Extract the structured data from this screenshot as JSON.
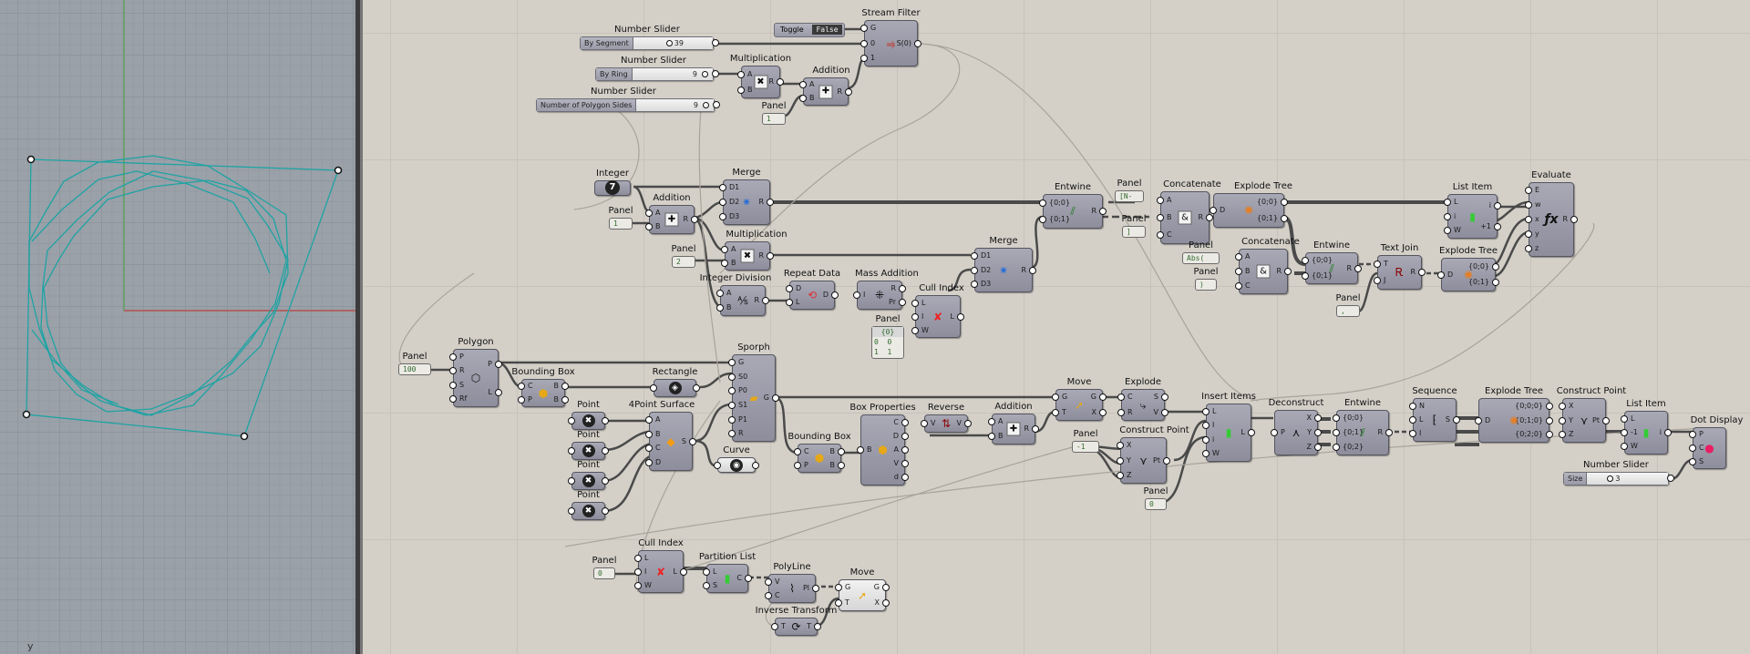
{
  "colors": {
    "canvas": "#d4d0c8",
    "viewport": "#9aa1a9",
    "curve": "#1fa3a3",
    "x_axis": "#b5514c",
    "y_axis": "#5fa35a",
    "node": "#9b9ba8"
  },
  "viewport": {
    "axis_label": "y"
  },
  "sliders": [
    {
      "id": "s1",
      "title": "Number Slider",
      "label": "By Segment",
      "value": "39"
    },
    {
      "id": "s2",
      "title": "Number Slider",
      "label": "By Ring",
      "value": "9"
    },
    {
      "id": "s3",
      "title": "Number Slider",
      "label": "Number of Polygon Sides",
      "value": "9"
    },
    {
      "id": "s4",
      "title": "Number Slider",
      "label": "Size",
      "value": "3"
    }
  ],
  "toggle": {
    "label": "Toggle",
    "value": "False"
  },
  "panels": [
    {
      "id": "p1",
      "title": "Panel",
      "value": "1"
    },
    {
      "id": "p2",
      "title": "Panel",
      "value": "1"
    },
    {
      "id": "p3",
      "title": "Panel",
      "value": "2"
    },
    {
      "id": "p4",
      "title": "Panel",
      "header": "{0}",
      "rows": [
        "0  0",
        "1  1"
      ]
    },
    {
      "id": "p5",
      "title": "Panel",
      "value": "100"
    },
    {
      "id": "p6",
      "title": "Panel",
      "value": "[N-"
    },
    {
      "id": "p7",
      "title": "Panel",
      "value": "]"
    },
    {
      "id": "p8",
      "title": "Panel",
      "value": "Abs("
    },
    {
      "id": "p9",
      "title": "Panel",
      "value": ")"
    },
    {
      "id": "p10",
      "title": "Panel",
      "value": ","
    },
    {
      "id": "p11",
      "title": "Panel",
      "value": "-1"
    },
    {
      "id": "p12",
      "title": "Panel",
      "value": "0"
    },
    {
      "id": "p13",
      "title": "Panel",
      "value": "0"
    }
  ],
  "integer": {
    "title": "Integer",
    "value": "7"
  },
  "nodes": {
    "stream_filter": {
      "title": "Stream Filter",
      "in": [
        "G",
        "0",
        "1"
      ],
      "out": [
        "S(0)"
      ]
    },
    "mult1": {
      "title": "Multiplication",
      "in": [
        "A",
        "B"
      ],
      "out": [
        "R"
      ]
    },
    "add1": {
      "title": "Addition",
      "in": [
        "A",
        "B"
      ],
      "out": [
        "R"
      ]
    },
    "add2": {
      "title": "Addition",
      "in": [
        "A",
        "B"
      ],
      "out": [
        "R"
      ]
    },
    "merge1": {
      "title": "Merge",
      "in": [
        "D1",
        "D2",
        "D3"
      ],
      "out": [
        "R"
      ]
    },
    "mult2": {
      "title": "Multiplication",
      "in": [
        "A",
        "B"
      ],
      "out": [
        "R"
      ]
    },
    "intdiv": {
      "title": "Integer Division",
      "in": [
        "A",
        "B"
      ],
      "out": [
        "R"
      ]
    },
    "repeat": {
      "title": "Repeat Data",
      "in": [
        "D",
        "L"
      ],
      "out": [
        "D"
      ]
    },
    "massadd": {
      "title": "Mass Addition",
      "in": [
        "I"
      ],
      "out": [
        "R",
        "Pr"
      ]
    },
    "cull1": {
      "title": "Cull Index",
      "in": [
        "L",
        "I",
        "W"
      ],
      "out": [
        "L"
      ]
    },
    "merge2": {
      "title": "Merge",
      "in": [
        "D1",
        "D2",
        "D3"
      ],
      "out": [
        "R"
      ]
    },
    "entwine1": {
      "title": "Entwine",
      "in": [
        "{0;0}",
        "{0;1}"
      ],
      "out": [
        "R"
      ]
    },
    "concat1": {
      "title": "Concatenate",
      "in": [
        "A",
        "B",
        "C"
      ],
      "out": [
        "R"
      ]
    },
    "explode1": {
      "title": "Explode Tree",
      "in": [
        "D"
      ],
      "out": [
        "{0;0}",
        "{0;1}"
      ]
    },
    "concat2": {
      "title": "Concatenate",
      "in": [
        "A",
        "B",
        "C"
      ],
      "out": [
        "R"
      ]
    },
    "entwine2": {
      "title": "Entwine",
      "in": [
        "{0;0}",
        "{0;1}"
      ],
      "out": [
        "R"
      ]
    },
    "textjoin": {
      "title": "Text Join",
      "in": [
        "T",
        "J"
      ],
      "out": [
        "R"
      ]
    },
    "explode2": {
      "title": "Explode Tree",
      "in": [
        "D"
      ],
      "out": [
        "{0;0}",
        "{0;1}"
      ]
    },
    "listitem1": {
      "title": "List Item",
      "in": [
        "L",
        "i",
        "W"
      ],
      "out": [
        "i",
        "+1"
      ]
    },
    "evaluate": {
      "title": "Evaluate",
      "in": [
        "E",
        "w",
        "x",
        "y",
        "z"
      ],
      "out": [
        "R"
      ]
    },
    "polygon": {
      "title": "Polygon",
      "in": [
        "P",
        "R",
        "S",
        "Rf"
      ],
      "out": [
        "P",
        "L"
      ]
    },
    "bbox1": {
      "title": "Bounding Box",
      "in": [
        "C",
        "P"
      ],
      "out": [
        "B",
        "B"
      ]
    },
    "rectangle": {
      "title": "Rectangle",
      "in": [],
      "out": []
    },
    "sporph": {
      "title": "Sporph",
      "in": [
        "G",
        "S0",
        "P0",
        "S1",
        "P1",
        "R"
      ],
      "out": [
        "G"
      ]
    },
    "point1": {
      "title": "Point"
    },
    "point2": {
      "title": "Point"
    },
    "point3": {
      "title": "Point"
    },
    "point4": {
      "title": "Point"
    },
    "surf4": {
      "title": "4Point Surface",
      "in": [
        "A",
        "B",
        "C",
        "D"
      ],
      "out": [
        "S"
      ]
    },
    "curve": {
      "title": "Curve"
    },
    "bbox2": {
      "title": "Bounding Box",
      "in": [
        "C",
        "P"
      ],
      "out": [
        "B",
        "B"
      ]
    },
    "boxprops": {
      "title": "Box Properties",
      "in": [
        "B"
      ],
      "out": [
        "C",
        "D",
        "A",
        "V",
        "d"
      ]
    },
    "reverse": {
      "title": "Reverse",
      "in": [
        "V"
      ],
      "out": [
        "V"
      ]
    },
    "add3": {
      "title": "Addition",
      "in": [
        "A",
        "B"
      ],
      "out": [
        "R"
      ]
    },
    "move1": {
      "title": "Move",
      "in": [
        "G",
        "T"
      ],
      "out": [
        "G",
        "X"
      ]
    },
    "explode": {
      "title": "Explode",
      "in": [
        "C",
        "R"
      ],
      "out": [
        "S",
        "V"
      ]
    },
    "cpt1": {
      "title": "Construct Point",
      "in": [
        "X",
        "Y",
        "Z"
      ],
      "out": [
        "Pt"
      ]
    },
    "insert": {
      "title": "Insert Items",
      "in": [
        "L",
        "I",
        "i",
        "W"
      ],
      "out": [
        "L"
      ]
    },
    "decon": {
      "title": "Deconstruct",
      "in": [
        "P"
      ],
      "out": [
        "X",
        "Y",
        "Z"
      ]
    },
    "entwine3": {
      "title": "Entwine",
      "in": [
        "{0;0}",
        "{0;1}",
        "{0;2}"
      ],
      "out": [
        "R"
      ]
    },
    "sequence": {
      "title": "Sequence",
      "in": [
        "N",
        "L",
        "I"
      ],
      "out": [
        "S"
      ]
    },
    "explode3": {
      "title": "Explode Tree",
      "in": [
        "D"
      ],
      "out": [
        "{0;0;0}",
        "{0;1;0}",
        "{0;2;0}"
      ]
    },
    "cpt2": {
      "title": "Construct Point",
      "in": [
        "X",
        "Y",
        "Z"
      ],
      "out": [
        "Pt"
      ]
    },
    "listitem2": {
      "title": "List Item",
      "in": [
        "L",
        "-1",
        "W"
      ],
      "out": [
        "i"
      ]
    },
    "dotdisplay": {
      "title": "Dot Display",
      "in": [
        "P",
        "C",
        "S"
      ],
      "out": []
    },
    "cull2": {
      "title": "Cull Index",
      "in": [
        "L",
        "I",
        "W"
      ],
      "out": [
        "L"
      ]
    },
    "partition": {
      "title": "Partition List",
      "in": [
        "L",
        "S"
      ],
      "out": [
        "C"
      ]
    },
    "polyline": {
      "title": "PolyLine",
      "in": [
        "V",
        "C"
      ],
      "out": [
        "Pl"
      ]
    },
    "move2": {
      "title": "Move",
      "in": [
        "G",
        "T"
      ],
      "out": [
        "G",
        "X"
      ]
    },
    "invtrans": {
      "title": "Inverse Transform",
      "in": [
        "T"
      ],
      "out": [
        "T"
      ]
    }
  }
}
